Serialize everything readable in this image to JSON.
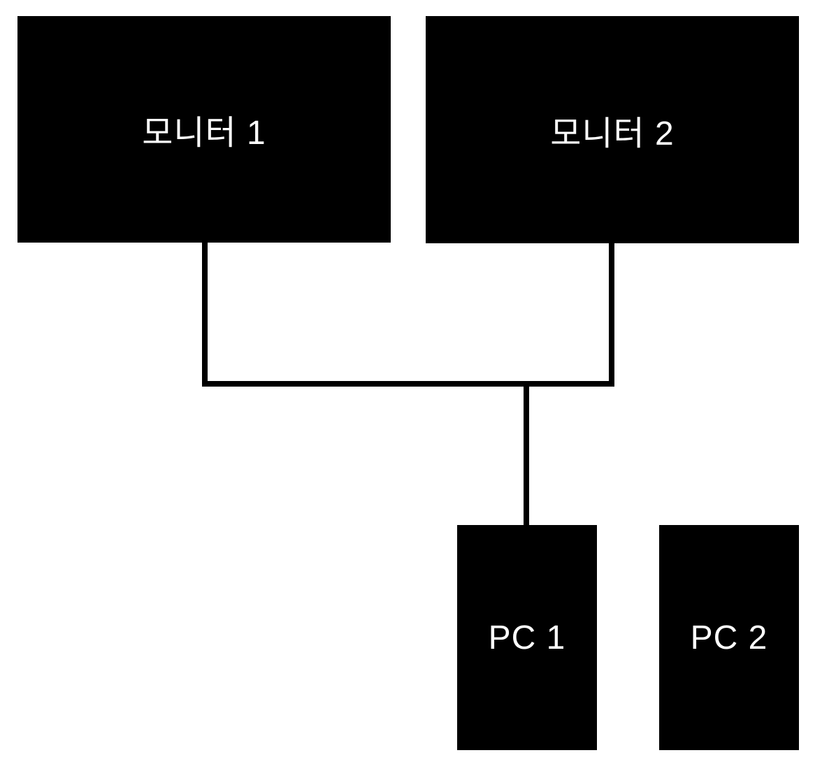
{
  "background_color": "#ffffff",
  "connector_color": "#000000",
  "nodes": {
    "monitor1": {
      "label": "모니터 1",
      "fill": "#000000",
      "text_color": "#ffffff"
    },
    "monitor2": {
      "label": "모니터 2",
      "fill": "#000000",
      "text_color": "#ffffff"
    },
    "pc1": {
      "label": "PC 1",
      "fill": "#000000",
      "text_color": "#ffffff"
    },
    "pc2": {
      "label": "PC 2",
      "fill": "#000000",
      "text_color": "#ffffff"
    }
  },
  "connections": [
    {
      "from": "monitor1",
      "to": "pc1"
    },
    {
      "from": "monitor2",
      "to": "pc1"
    }
  ]
}
